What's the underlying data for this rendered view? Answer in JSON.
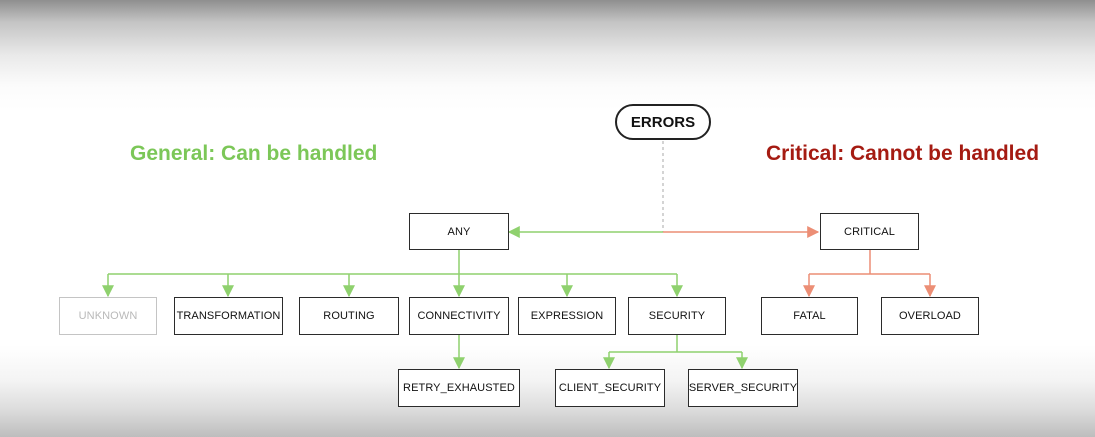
{
  "root": {
    "label": "ERRORS"
  },
  "headings": {
    "general": "General: Can be handled",
    "critical": "Critical: Cannot be handled"
  },
  "nodes": {
    "any": "ANY",
    "critical": "CRITICAL",
    "unknown": "UNKNOWN",
    "transformation": "TRANSFORMATION",
    "routing": "ROUTING",
    "connectivity": "CONNECTIVITY",
    "expression": "EXPRESSION",
    "security": "SECURITY",
    "fatal": "FATAL",
    "overload": "OVERLOAD",
    "retry_exhausted": "RETRY_EXHAUSTED",
    "client_security": "CLIENT_SECURITY",
    "server_security": "SERVER_SECURITY"
  },
  "colors": {
    "general": "#7cc758",
    "critical": "#a51b12",
    "general_edge": "#8fd16e",
    "critical_edge": "#ec8e75",
    "root_edge": "#aaaaaa",
    "muted_node": "#b9b9b9"
  }
}
